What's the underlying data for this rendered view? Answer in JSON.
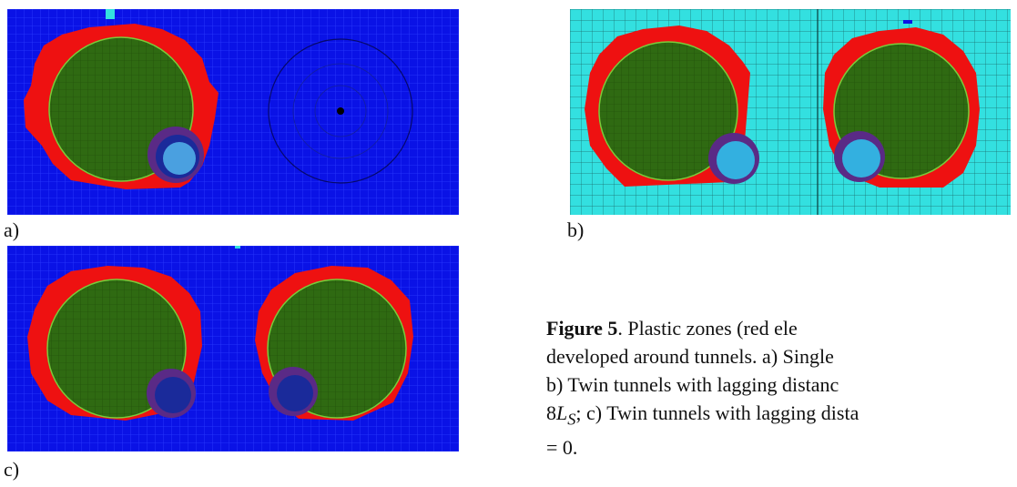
{
  "panels": [
    {
      "id": "a",
      "label": "a)"
    },
    {
      "id": "b",
      "label": "b)"
    },
    {
      "id": "c",
      "label": "c)"
    }
  ],
  "caption": {
    "figure_label": "Figure 5",
    "text_1": ". Plastic zones (red ele",
    "text_2": "developed around tunnels. a) Single",
    "text_3": "b) Twin tunnels with lagging distanc",
    "text_4_pre": "8",
    "text_4_var": "L",
    "text_4_sub": "S",
    "text_4_post": "; c) Twin tunnels with lagging dista",
    "text_5": "= 0."
  },
  "colors": {
    "mesh_blue": "#0a12e6",
    "mesh_cyan": "#33e0e0",
    "plastic_red": "#ee1111",
    "lining_green": "#2f6a12",
    "face_purple": "#5a2a86"
  }
}
